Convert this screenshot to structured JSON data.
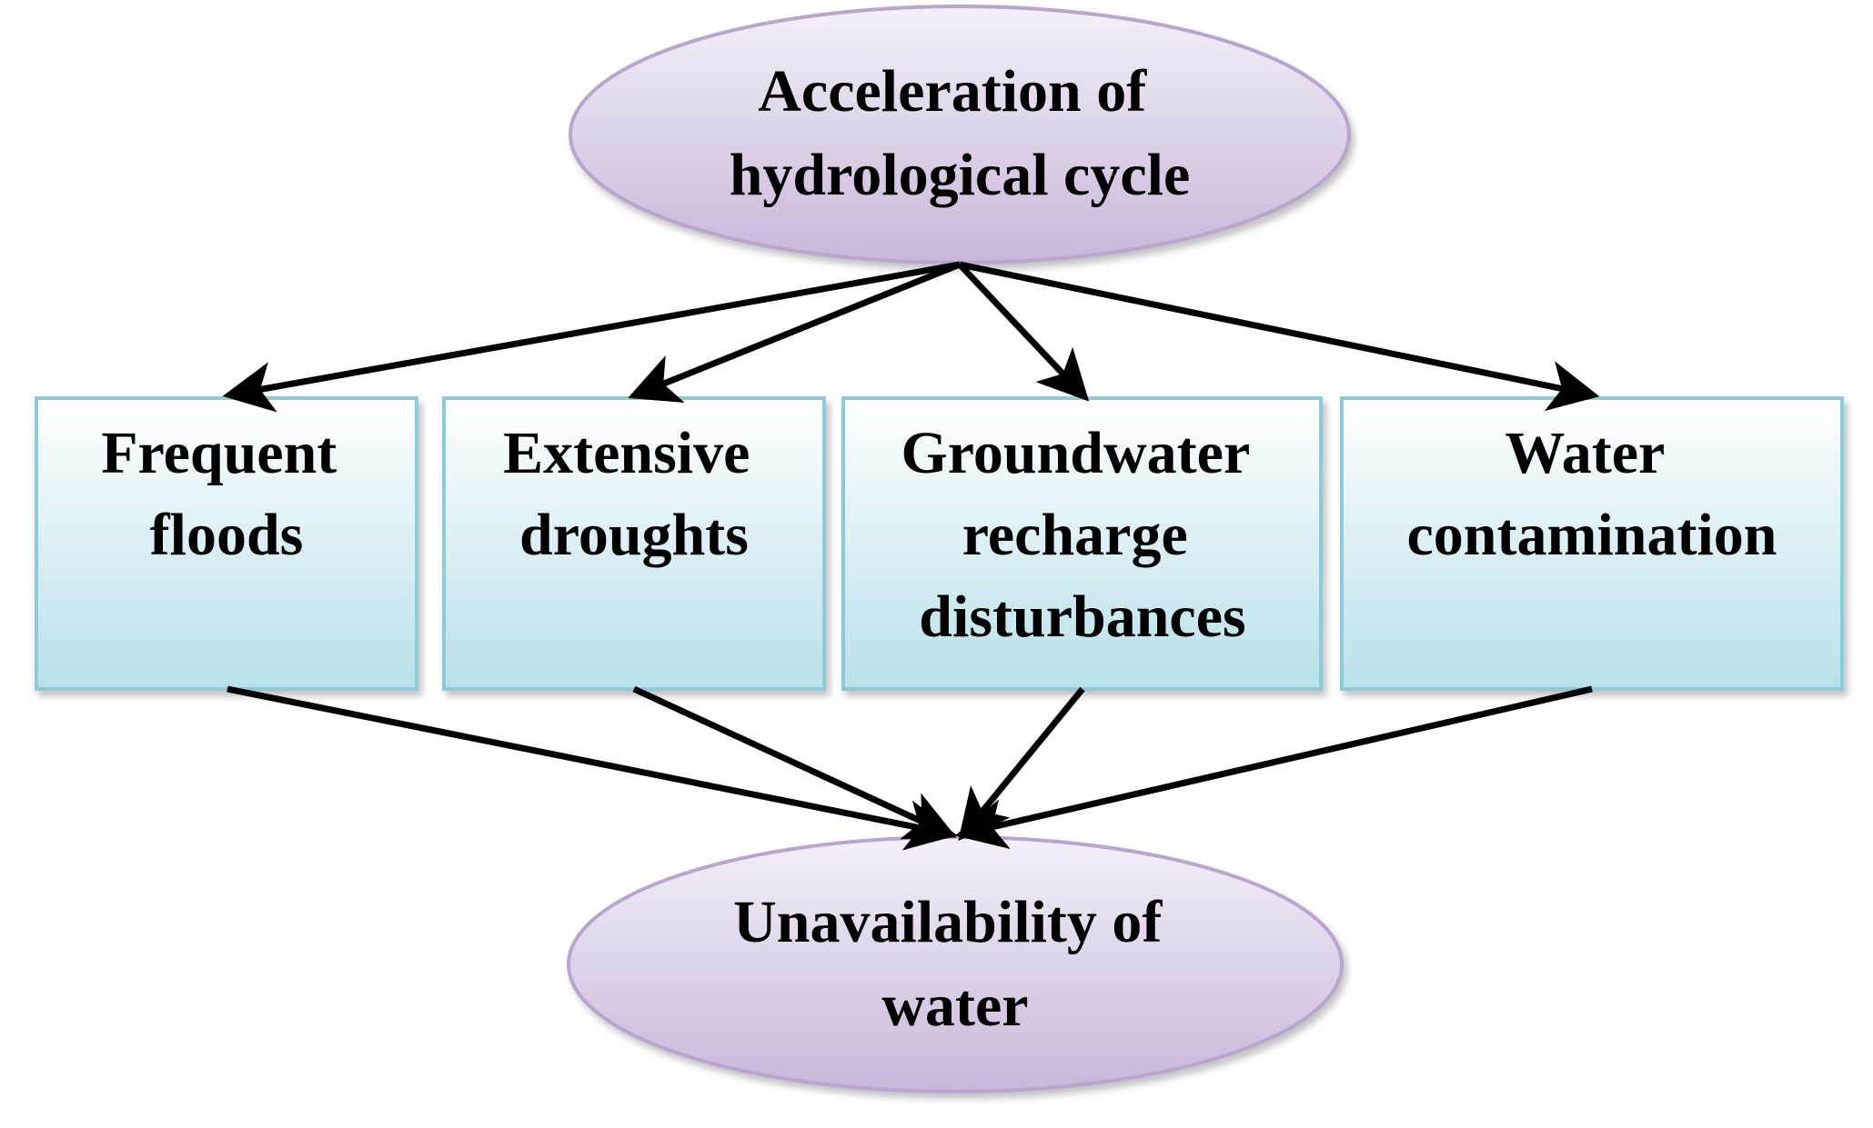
{
  "diagram": {
    "top_node": {
      "lines": [
        "Acceleration of",
        "hydrological cycle"
      ]
    },
    "boxes": [
      {
        "lines": [
          "Frequent",
          "floods"
        ]
      },
      {
        "lines": [
          "Extensive",
          "droughts"
        ]
      },
      {
        "lines": [
          "Groundwater",
          "recharge",
          "disturbances"
        ]
      },
      {
        "lines": [
          "Water",
          "contamination"
        ]
      }
    ],
    "bottom_node": {
      "lines": [
        "Unavailability of",
        "water"
      ]
    }
  },
  "colors": {
    "ellipse_fill_light": "#f4f0f8",
    "ellipse_fill_dark": "#c7b7d9",
    "ellipse_stroke": "#b8a6cf",
    "box_fill_light": "#ffffff",
    "box_fill_dark": "#b9e0ea",
    "box_stroke": "#8ccbdc",
    "arrow": "#000000",
    "text": "#000000"
  }
}
